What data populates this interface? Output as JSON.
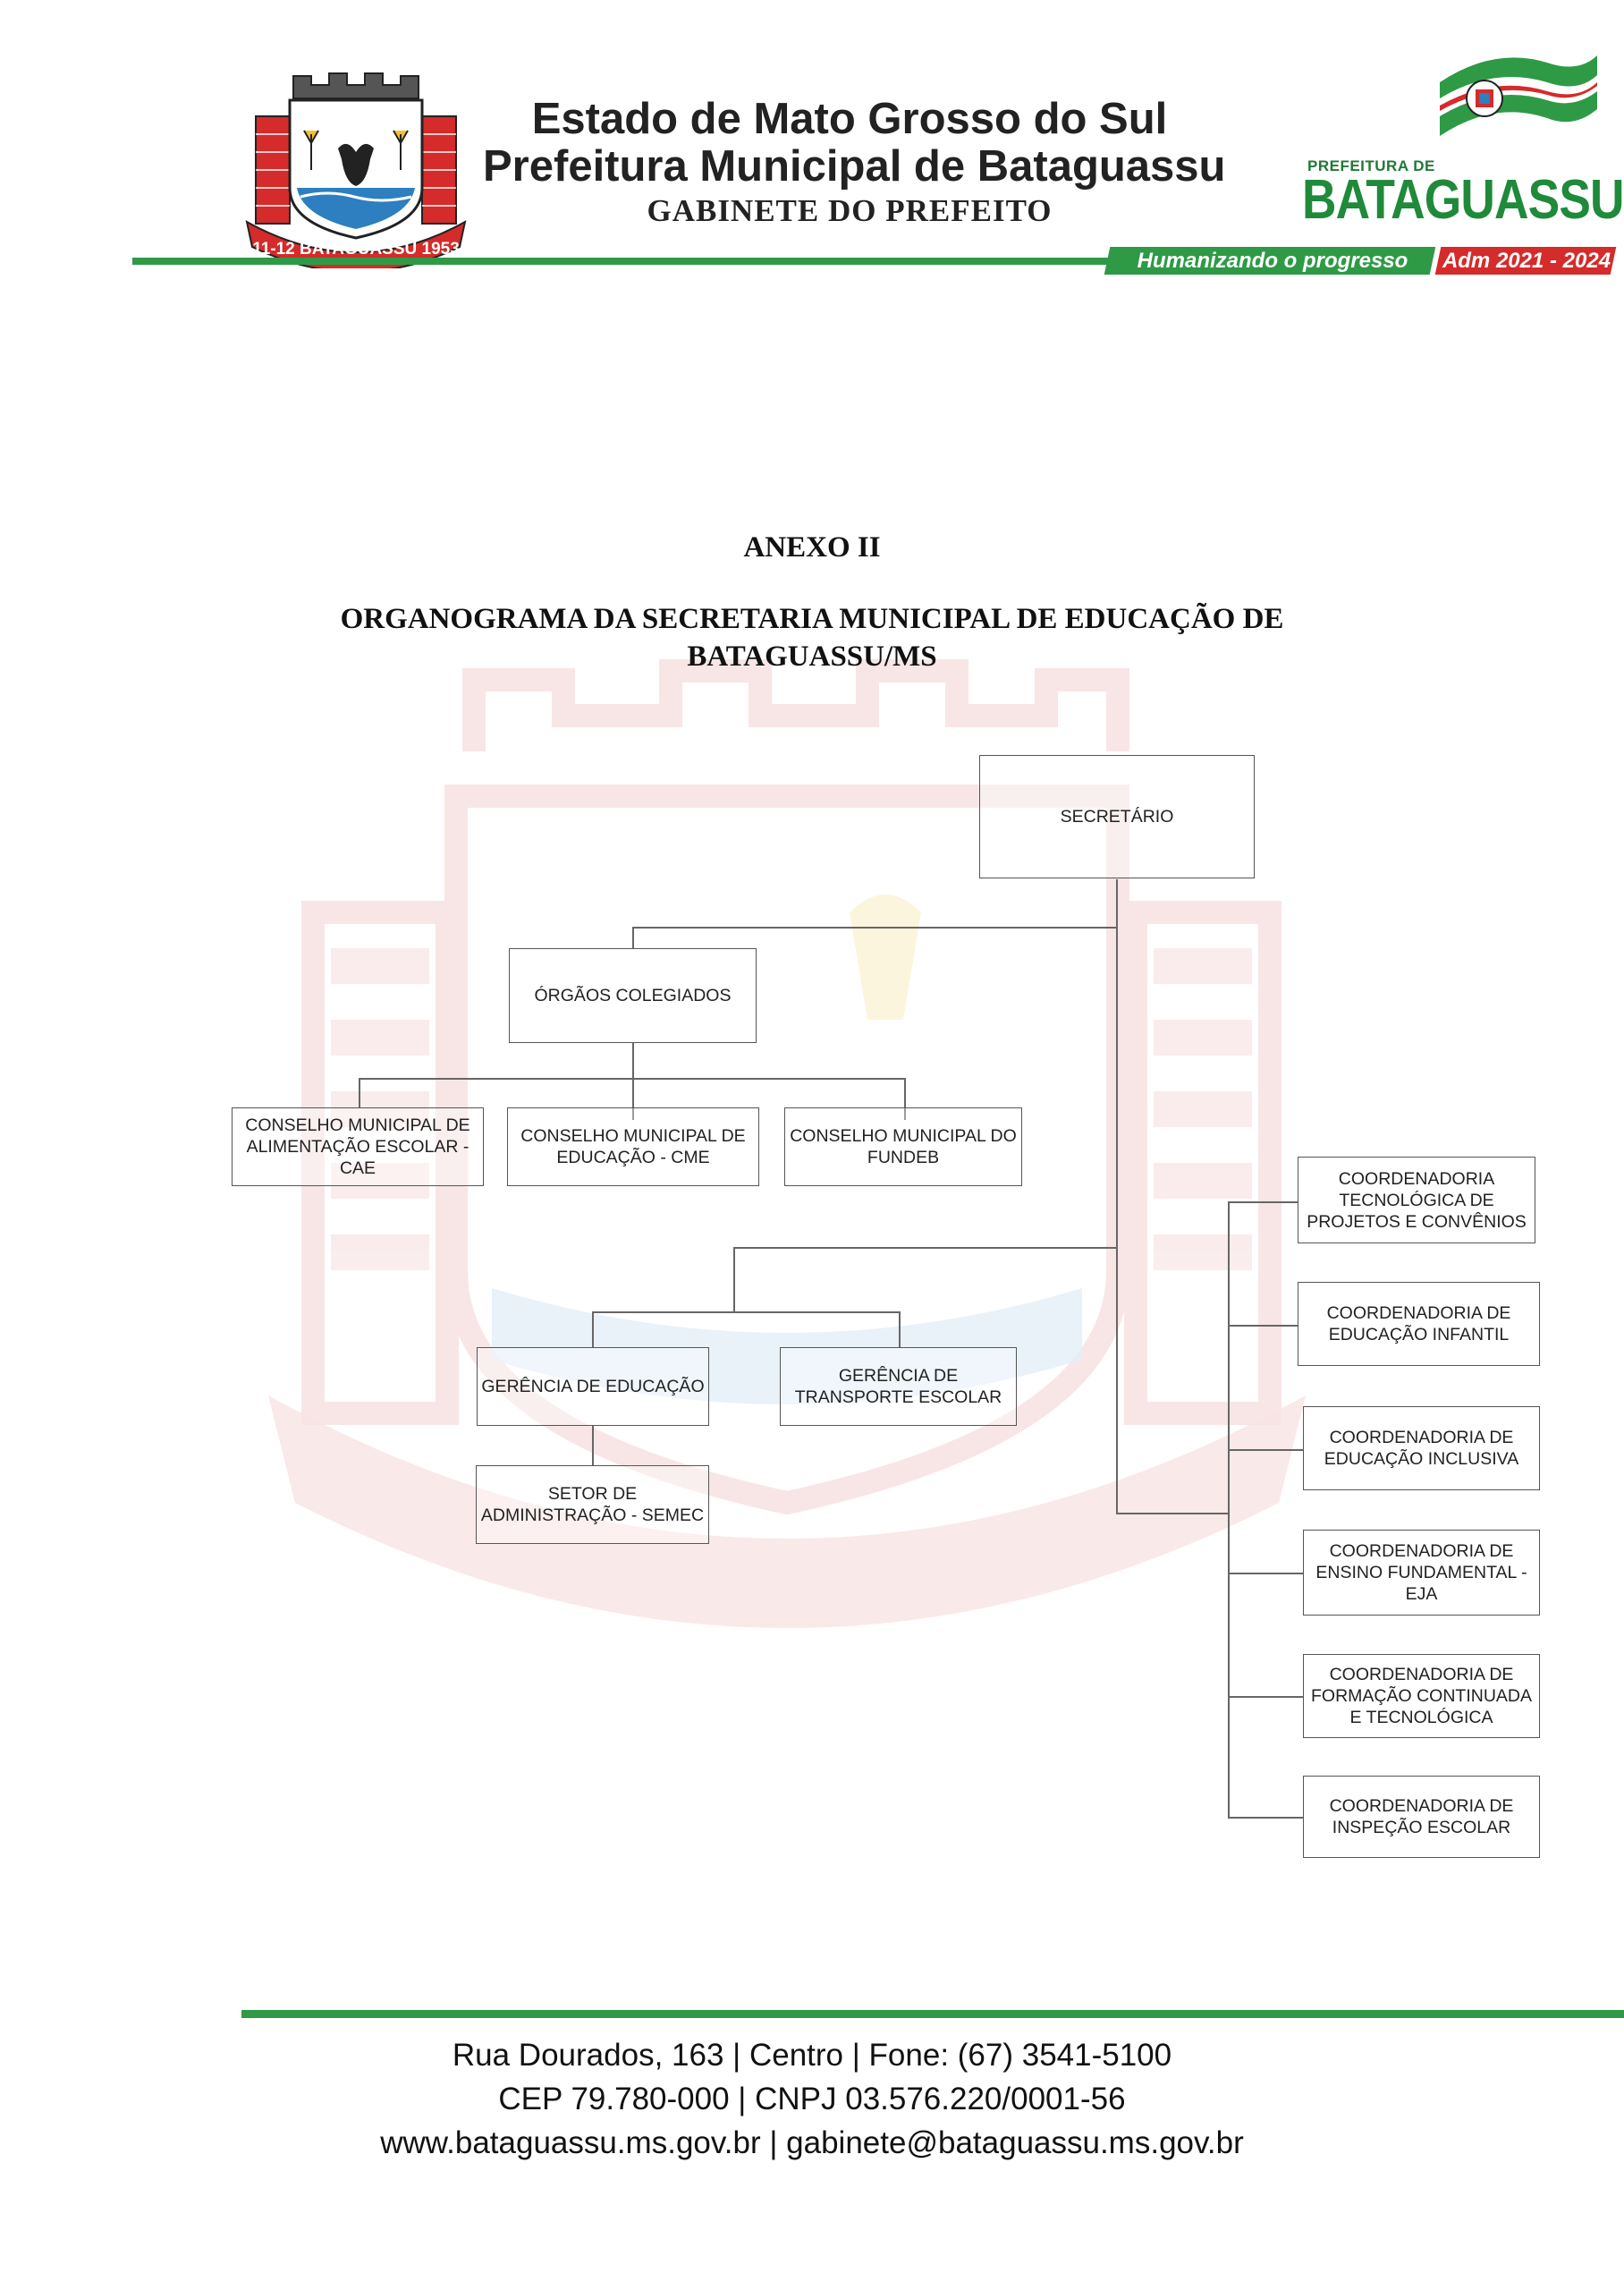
{
  "header": {
    "state": "Estado de Mato Grosso do Sul",
    "prefecture": "Prefeitura Municipal de Bataguassu",
    "cabinet": "GABINETE DO PREFEITO",
    "crest_ribbon": "11-12 BATAGUASSU 1953",
    "brand_small": "PREFEITURA DE",
    "brand_big": "BATAGUASSU",
    "slogan": "Humanizando o progresso",
    "administration": "Adm 2021 - 2024",
    "colors": {
      "green": "#2f9a46",
      "red": "#d52b2b"
    }
  },
  "document": {
    "annex": "ANEXO II",
    "title_line1": "ORGANOGRAMA DA SECRETARIA MUNICIPAL DE EDUCAÇÃO DE",
    "title_line2": "BATAGUASSU/MS"
  },
  "org_chart": {
    "secretary": "SECRETÁRIO",
    "collegiate": "ÓRGÃOS COLEGIADOS",
    "councils": [
      "CONSELHO MUNICIPAL DE ALIMENTAÇÃO ESCOLAR - CAE",
      "CONSELHO MUNICIPAL DE EDUCAÇÃO - CME",
      "CONSELHO MUNICIPAL DO FUNDEB"
    ],
    "management": [
      "GERÊNCIA DE EDUCAÇÃO",
      "GERÊNCIA DE TRANSPORTE ESCOLAR"
    ],
    "sector": "SETOR DE ADMINISTRAÇÃO - SEMEC",
    "coordinations": [
      "COORDENADORIA TECNOLÓGICA DE PROJETOS E CONVÊNIOS",
      "COORDENADORIA DE EDUCAÇÃO INFANTIL",
      "COORDENADORIA DE EDUCAÇÃO INCLUSIVA",
      "COORDENADORIA DE ENSINO FUNDAMENTAL - EJA",
      "COORDENADORIA DE FORMAÇÃO CONTINUADA E TECNOLÓGICA",
      "COORDENADORIA DE INSPEÇÃO ESCOLAR"
    ]
  },
  "footer": {
    "line1": "Rua Dourados, 163 | Centro | Fone: (67) 3541-5100",
    "line2": "CEP 79.780-000 | CNPJ 03.576.220/0001-56",
    "line3": "www.bataguassu.ms.gov.br | gabinete@bataguassu.ms.gov.br"
  }
}
